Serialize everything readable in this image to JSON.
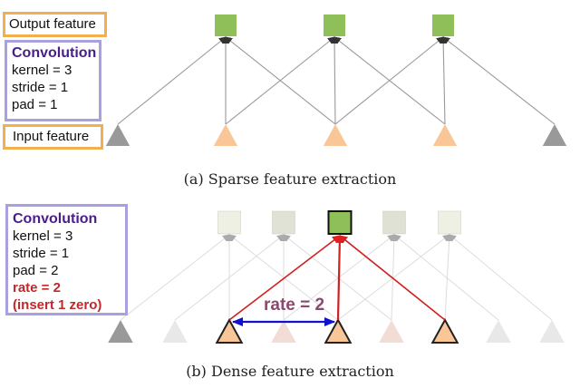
{
  "panel_a": {
    "labels": {
      "output": "Output feature",
      "input": "Input feature"
    },
    "conv": {
      "title": "Convolution",
      "kernel": "kernel = 3",
      "stride": "stride = 1",
      "pad": "pad = 1"
    },
    "caption": "(a) Sparse feature extraction",
    "outputs": [
      {
        "color": "#8fbf59"
      },
      {
        "color": "#8fbf59"
      },
      {
        "color": "#8fbf59"
      }
    ],
    "inputs": [
      {
        "type": "pad",
        "color": "#999999"
      },
      {
        "type": "data",
        "color": "#f9c797"
      },
      {
        "type": "data",
        "color": "#f9c797"
      },
      {
        "type": "data",
        "color": "#f9c797"
      },
      {
        "type": "pad",
        "color": "#999999"
      }
    ]
  },
  "panel_b": {
    "conv": {
      "title": "Convolution",
      "kernel": "kernel = 3",
      "stride": "stride = 1",
      "pad": "pad = 2",
      "rate": "rate = 2",
      "note": "(insert 1 zero)"
    },
    "rate_label": "rate = 2",
    "caption": "(b) Dense feature extraction",
    "outputs": [
      {
        "color": "#eef0e3",
        "highlight": false
      },
      {
        "color": "#dfe2d5",
        "highlight": false
      },
      {
        "color": "#8fbf59",
        "highlight": true
      },
      {
        "color": "#dee1d4",
        "highlight": false
      },
      {
        "color": "#eef0e3",
        "highlight": false
      }
    ],
    "inputs": [
      {
        "color": "#999999",
        "highlight": false
      },
      {
        "color": "#e8e8e8",
        "highlight": false
      },
      {
        "color": "#f9c797",
        "highlight": true
      },
      {
        "color": "#f1dcd6",
        "highlight": false
      },
      {
        "color": "#f9c797",
        "highlight": true
      },
      {
        "color": "#f1dcd6",
        "highlight": false
      },
      {
        "color": "#f9c797",
        "highlight": true
      },
      {
        "color": "#e8e8e8",
        "highlight": false
      },
      {
        "color": "#e8e8e8",
        "highlight": false
      }
    ]
  },
  "colors": {
    "edge": "#999999",
    "edge_faded": "#dcdcdc",
    "edge_highlight": "#d02020",
    "rate_arrow": "#1010d0"
  }
}
